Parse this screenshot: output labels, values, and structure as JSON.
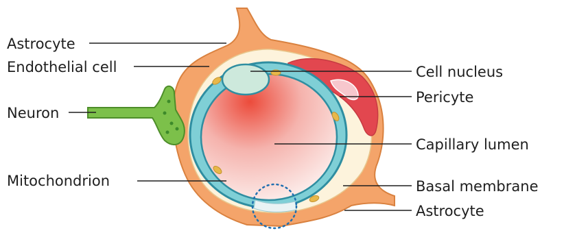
{
  "labels": {
    "astrocyte_top": "Astrocyte",
    "endothelial_cell": "Endothelial cell",
    "neuron": "Neuron",
    "mitochondrion": "Mitochondrion",
    "cell_nucleus": "Cell nucleus",
    "pericyte": "Pericyte",
    "capillary_lumen": "Capillary lumen",
    "basal_membrane": "Basal membrane",
    "astrocyte_bottom": "Astrocyte"
  },
  "colors": {
    "astrocyte": "#f4a46a",
    "astrocyte_outline": "#d9813f",
    "endothelium": "#7fcfd6",
    "endothelium_outline": "#2f8ea1",
    "nucleus": "#cde9dc",
    "pericyte": "#e2474f",
    "neuron": "#7cc04a",
    "mitochondrion": "#e8b84a",
    "lumen_center": "#ec4b3b",
    "highlight_circle": "#1f6fb0"
  }
}
